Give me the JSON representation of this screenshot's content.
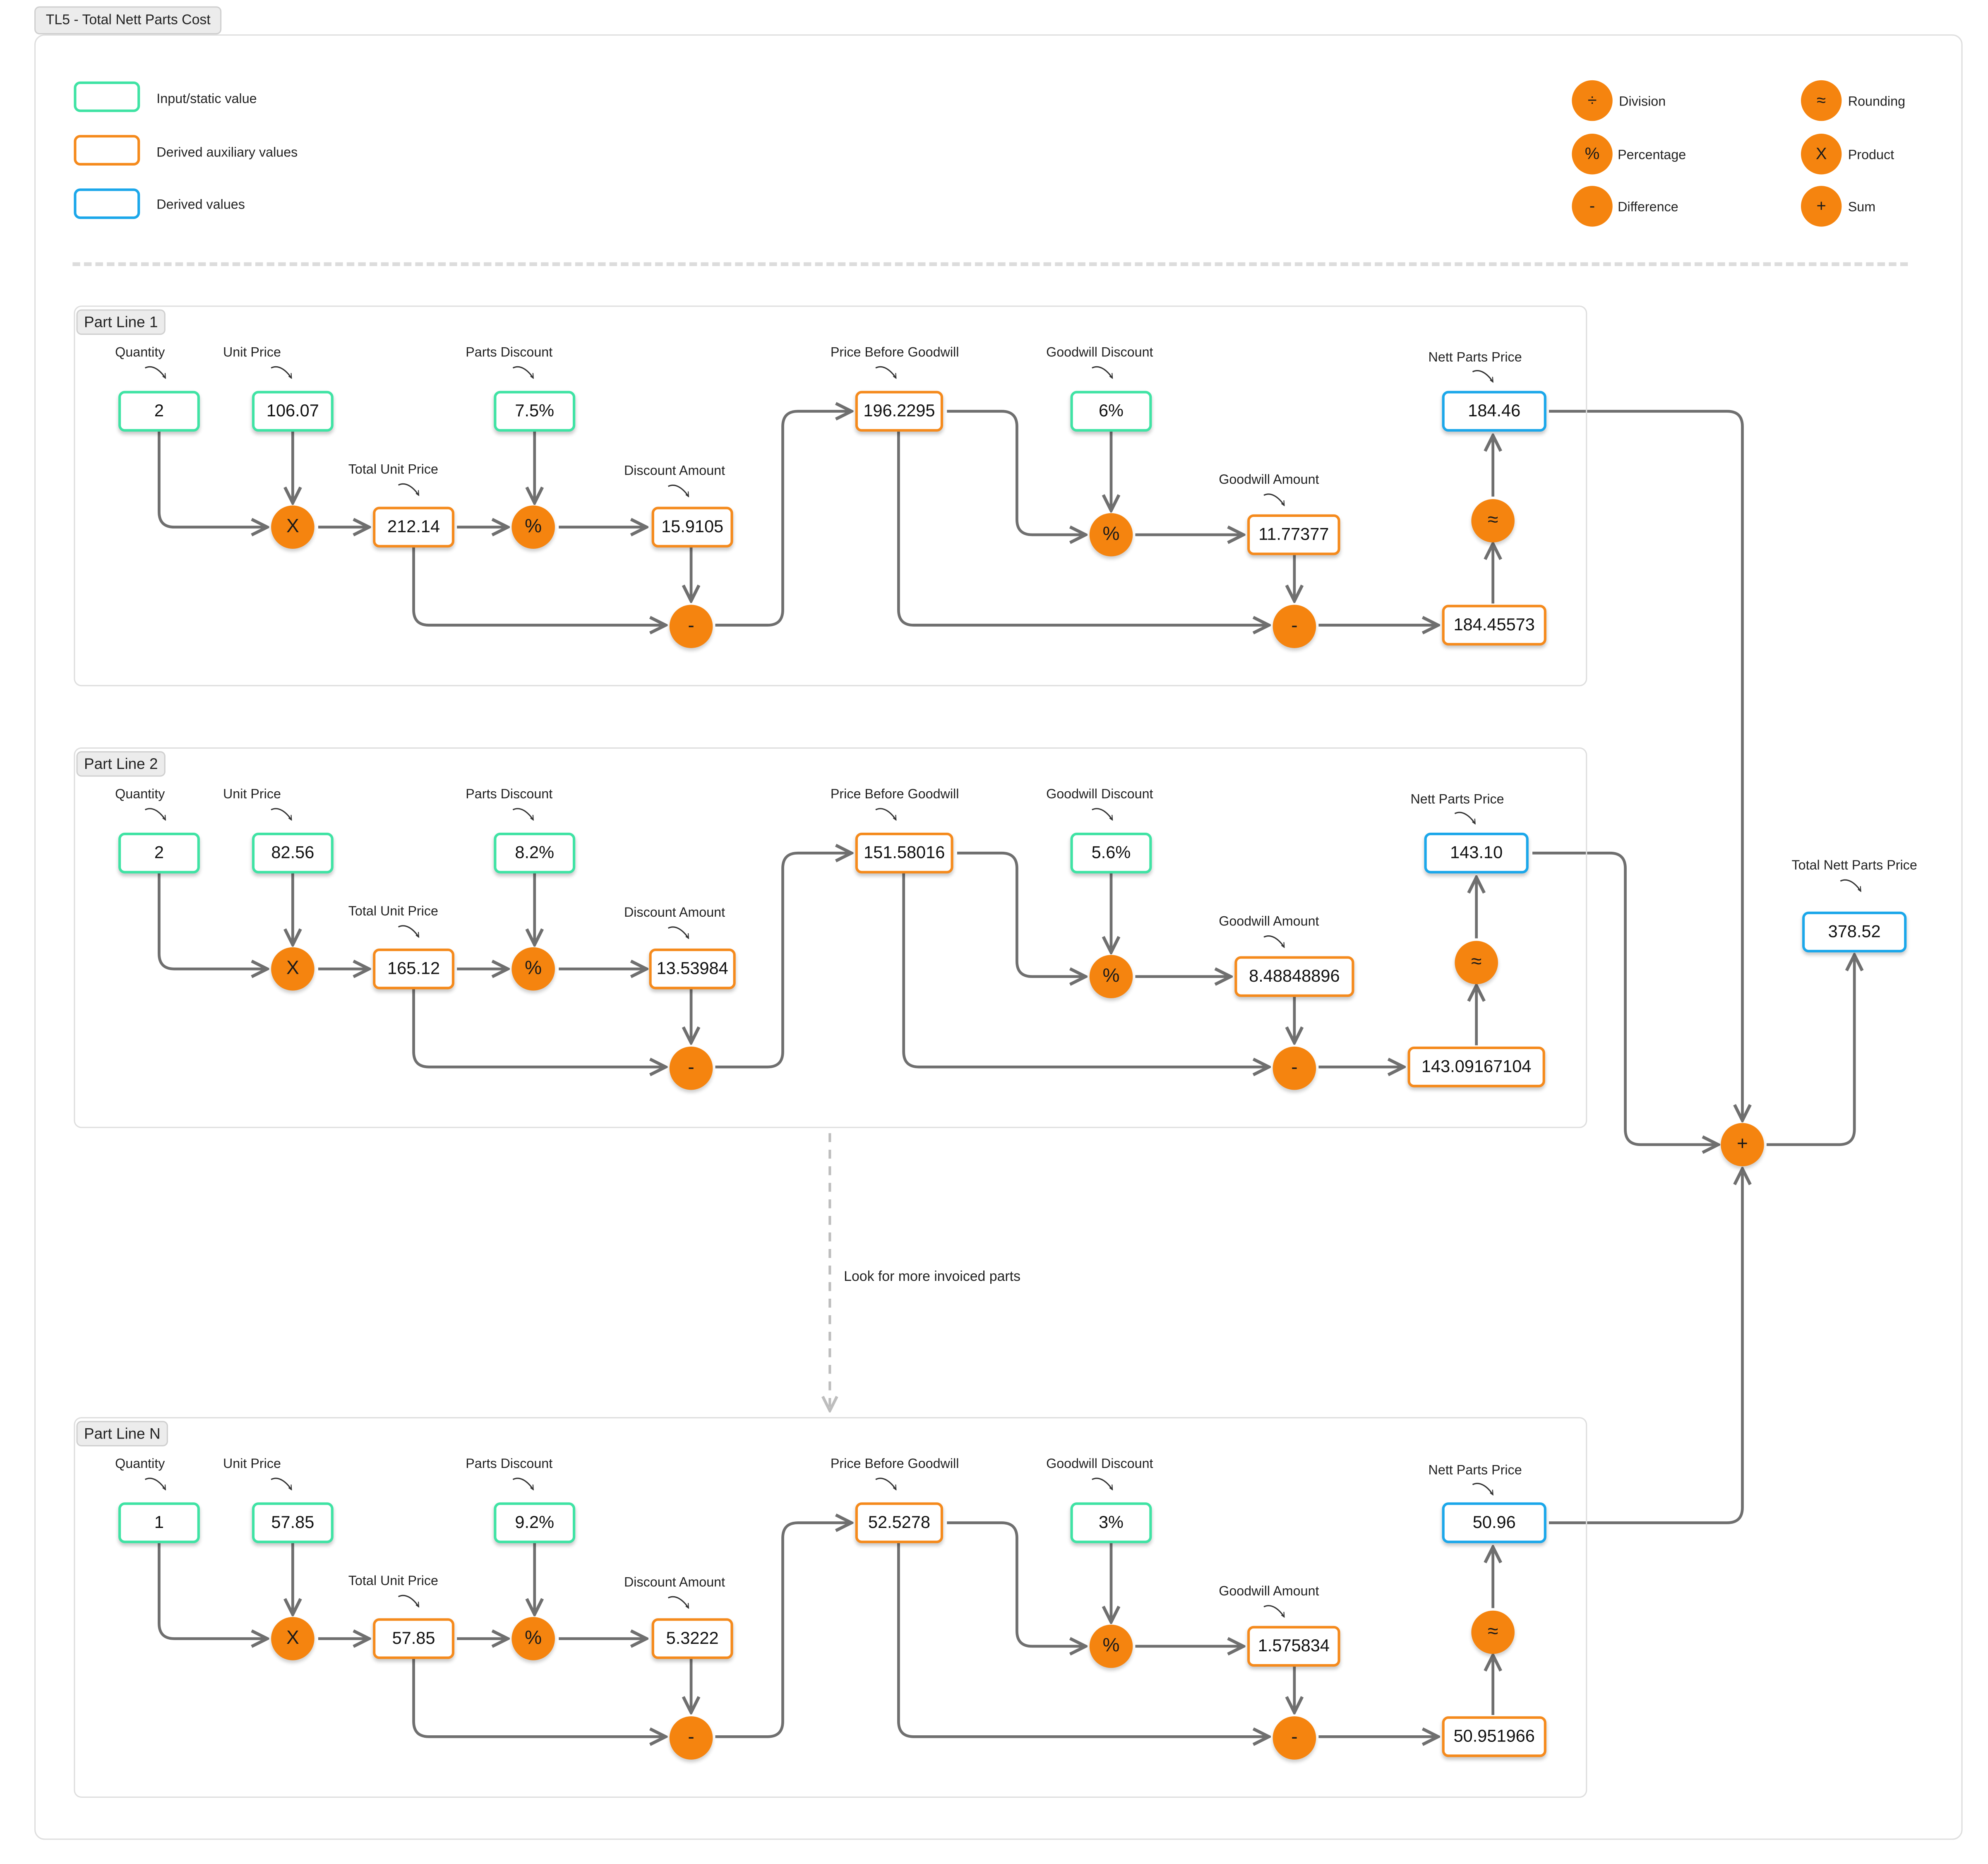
{
  "title": "TL5 - Total Nett Parts Cost",
  "colors": {
    "input": "#3fe3a4",
    "auxiliary": "#f58a1c",
    "derived": "#1ba7ea",
    "operator": "#f5840f"
  },
  "legend": {
    "input": "Input/static value",
    "auxiliary": "Derived auxiliary values",
    "derived": "Derived values",
    "operators": [
      {
        "symbol": "÷",
        "label": "Division"
      },
      {
        "symbol": "%",
        "label": "Percentage"
      },
      {
        "symbol": "-",
        "label": "Difference"
      },
      {
        "symbol": "≈",
        "label": "Rounding"
      },
      {
        "symbol": "X",
        "label": "Product"
      },
      {
        "symbol": "+",
        "label": "Sum"
      }
    ]
  },
  "labels": {
    "quantity": "Quantity",
    "unit_price": "Unit Price",
    "parts_discount": "Parts Discount",
    "total_unit_price": "Total Unit Price",
    "discount_amount": "Discount Amount",
    "price_before_goodwill": "Price Before Goodwill",
    "goodwill_discount": "Goodwill Discount",
    "goodwill_amount": "Goodwill Amount",
    "nett_parts_price": "Nett Parts Price"
  },
  "symbols": {
    "product": "X",
    "percent": "%",
    "minus": "-",
    "round": "≈",
    "sum": "+"
  },
  "part_lines": [
    {
      "name": "Part Line 1",
      "quantity": "2",
      "unit_price": "106.07",
      "parts_discount": "7.5%",
      "total_unit_price": "212.14",
      "discount_amount": "15.9105",
      "price_before_goodwill": "196.2295",
      "goodwill_discount": "6%",
      "goodwill_amount": "11.77377",
      "pre_round": "184.45573",
      "nett_parts_price": "184.46"
    },
    {
      "name": "Part Line 2",
      "quantity": "2",
      "unit_price": "82.56",
      "parts_discount": "8.2%",
      "total_unit_price": "165.12",
      "discount_amount": "13.53984",
      "price_before_goodwill": "151.58016",
      "goodwill_discount": "5.6%",
      "goodwill_amount": "8.48848896",
      "pre_round": "143.09167104",
      "nett_parts_price": "143.10"
    },
    {
      "name": "Part Line N",
      "quantity": "1",
      "unit_price": "57.85",
      "parts_discount": "9.2%",
      "total_unit_price": "57.85",
      "discount_amount": "5.3222",
      "price_before_goodwill": "52.5278",
      "goodwill_discount": "3%",
      "goodwill_amount": "1.575834",
      "pre_round": "50.951966",
      "nett_parts_price": "50.96"
    }
  ],
  "more_parts_note": "Look for more invoiced parts",
  "total": {
    "label": "Total Nett Parts Price",
    "value": "378.52"
  }
}
